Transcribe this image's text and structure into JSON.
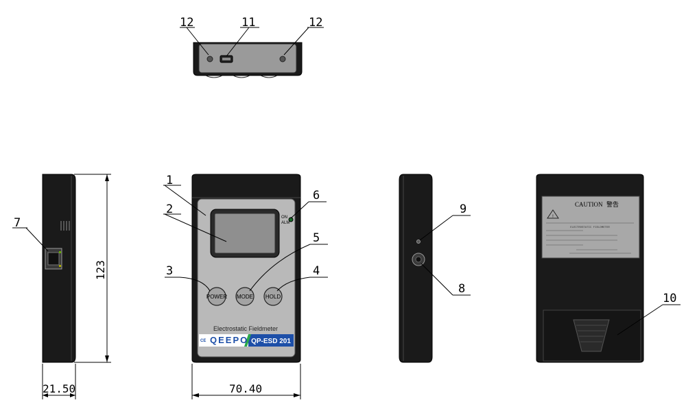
{
  "callouts": {
    "c1": "1",
    "c2": "2",
    "c3": "3",
    "c4": "4",
    "c5": "5",
    "c6": "6",
    "c7": "7",
    "c8": "8",
    "c9": "9",
    "c10": "10",
    "c11": "11",
    "c12a": "12",
    "c12b": "12"
  },
  "dimensions": {
    "height": "123",
    "depth": "21.50",
    "width": "70.40"
  },
  "front": {
    "buttons": {
      "power": "POWER",
      "mode": "MODE",
      "hold": "HOLD"
    },
    "indicator_on": "ON",
    "indicator_alm": "ALM",
    "product_name": "Electrostatic Fieldmeter",
    "brand": "QEEPO",
    "model": "QP-ESD 201",
    "ce_mark": "CE"
  },
  "back_label": {
    "caution": "CAUTION",
    "caution_cn": "警告",
    "title": "ELECTROSTATIC FIELDMETER"
  }
}
